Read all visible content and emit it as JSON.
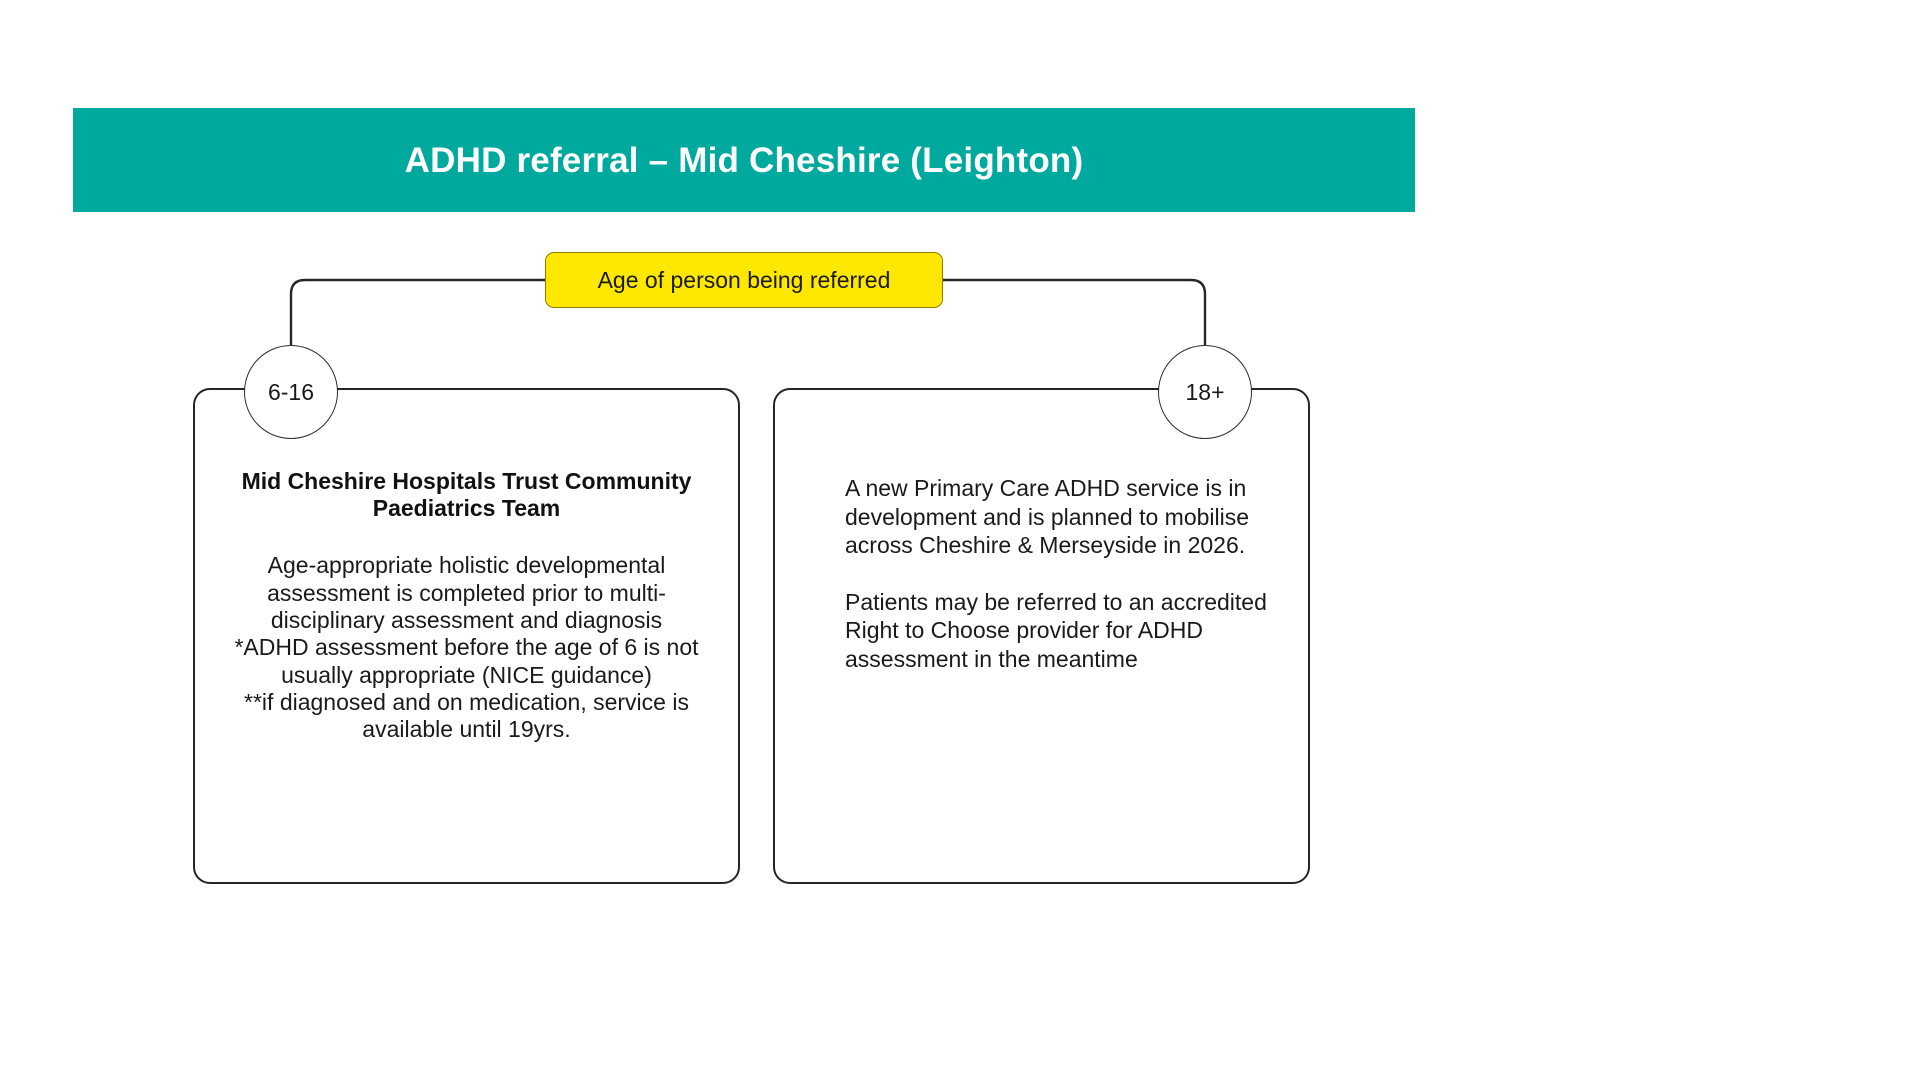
{
  "colors": {
    "teal": "#00a99d",
    "yellow": "#ffe800",
    "yellow_border": "#8a7b00",
    "outline": "#262626",
    "title_text": "#ffffff",
    "body_text": "#1a1a1a"
  },
  "header": {
    "title": "ADHD referral – Mid Cheshire (Leighton)"
  },
  "flowchart": {
    "type": "decision-tree",
    "decision": {
      "label": "Age of person being referred"
    },
    "branches": [
      {
        "id": "branch-6-16",
        "circle_label": "6-16",
        "side": "left"
      },
      {
        "id": "branch-18-plus",
        "circle_label": "18+",
        "side": "right"
      }
    ],
    "panels": [
      {
        "id": "panel-children",
        "branch": "6-16",
        "heading": "Mid Cheshire Hospitals Trust Community Paediatrics Team",
        "paragraphs": [
          "Age-appropriate holistic developmental assessment is completed prior to multi-disciplinary assessment and diagnosis\n*ADHD assessment before the age of 6 is not usually appropriate (NICE guidance)\n**if diagnosed and on medication, service is available until 19yrs."
        ]
      },
      {
        "id": "panel-adults",
        "branch": "18+",
        "heading": "",
        "paragraphs": [
          "A new Primary Care ADHD service is in development and is planned to mobilise across Cheshire & Merseyside in 2026.",
          "Patients may be referred to an accredited Right to Choose provider for ADHD assessment in the meantime"
        ]
      }
    ]
  }
}
